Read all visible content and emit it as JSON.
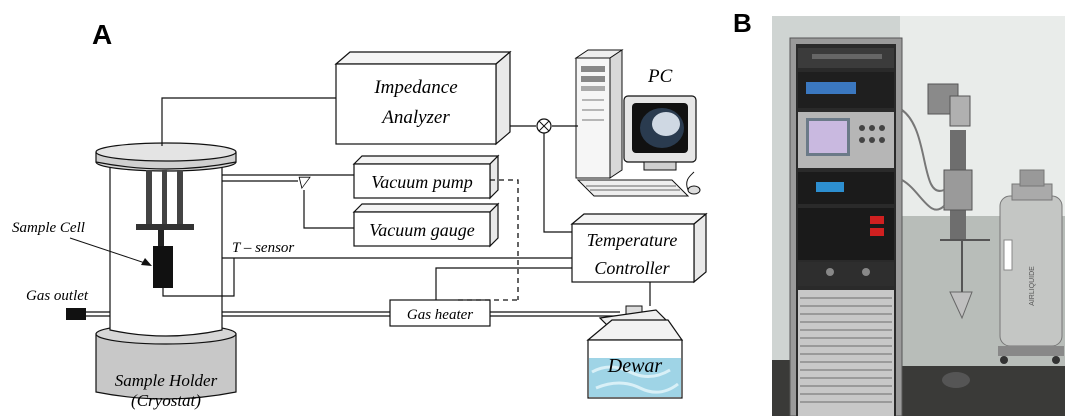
{
  "panel_a": {
    "letter": "A",
    "labels": {
      "impedance_line1": "Impedance",
      "impedance_line2": "Analyzer",
      "pc": "PC",
      "vacuum_pump": "Vacuum pump",
      "vacuum_gauge": "Vacuum gauge",
      "temperature_line1": "Temperature",
      "temperature_line2": "Controller",
      "sample_cell": "Sample Cell",
      "t_sensor": "T – sensor",
      "gas_outlet": "Gas outlet",
      "gas_heater": "Gas heater",
      "dewar": "Dewar",
      "sample_holder_line1": "Sample Holder",
      "sample_holder_line2": "(Cryostat)"
    },
    "symbols": {
      "valve": "▽",
      "junction": "⊗"
    }
  },
  "panel_b": {
    "letter": "B",
    "photo": {
      "description_icon": "photo-icon",
      "dewar_tag": "AIRLIQUIDE"
    }
  },
  "colors": {
    "line": "#111111",
    "box_face": "#ffffff",
    "box_side": "#e9e9e9",
    "holder": "#c8c8c8",
    "dewar_liquid": "#9fd4e6",
    "rack": "#2a2a2a"
  }
}
